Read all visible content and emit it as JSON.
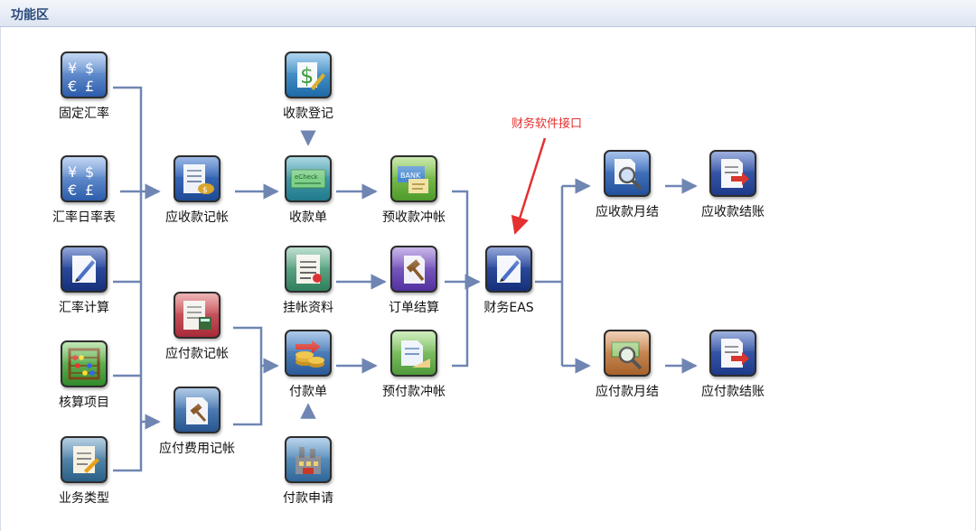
{
  "panel": {
    "title": "功能区"
  },
  "annotation": {
    "text": "财务软件接口",
    "color": "#e53030"
  },
  "colors": {
    "wire": "#6f86b3",
    "annotation": "#e53030"
  },
  "nodes": {
    "fixed_rate": {
      "label": "固定汇率",
      "icon": "currency-exchange-icon"
    },
    "daily_rate": {
      "label": "汇率日率表",
      "icon": "currency-exchange-icon"
    },
    "rate_calc": {
      "label": "汇率计算",
      "icon": "pen-document-icon"
    },
    "accounting_item": {
      "label": "核算项目",
      "icon": "abacus-icon"
    },
    "business_type": {
      "label": "业务类型",
      "icon": "clipboard-pen-icon"
    },
    "ar_entry": {
      "label": "应收款记帐",
      "icon": "ledger-money-icon"
    },
    "ap_entry": {
      "label": "应付款记帐",
      "icon": "ledger-calculator-icon"
    },
    "ap_expense_entry": {
      "label": "应付费用记帐",
      "icon": "gavel-document-icon"
    },
    "receipt_register": {
      "label": "收款登记",
      "icon": "dollar-pen-icon"
    },
    "receipt": {
      "label": "收款单",
      "icon": "echeck-icon"
    },
    "pending_data": {
      "label": "挂帐资料",
      "icon": "clipboard-list-icon"
    },
    "payment": {
      "label": "付款单",
      "icon": "coins-icon"
    },
    "payment_request": {
      "label": "付款申请",
      "icon": "factory-icon"
    },
    "advance_receipt": {
      "label": "预收款冲帐",
      "icon": "bank-card-icon"
    },
    "order_settle": {
      "label": "订单结算",
      "icon": "gavel-icon"
    },
    "advance_payment": {
      "label": "预付款冲帐",
      "icon": "document-pencil-icon"
    },
    "eas": {
      "label": "财务EAS",
      "icon": "pen-document-icon"
    },
    "ar_month_end": {
      "label": "应收款月结",
      "icon": "magnifier-document-icon"
    },
    "ar_close": {
      "label": "应收款结账",
      "icon": "document-arrow-icon"
    },
    "ap_month_end": {
      "label": "应付款月结",
      "icon": "magnifier-money-icon"
    },
    "ap_close": {
      "label": "应付款结账",
      "icon": "document-arrow-icon"
    }
  }
}
